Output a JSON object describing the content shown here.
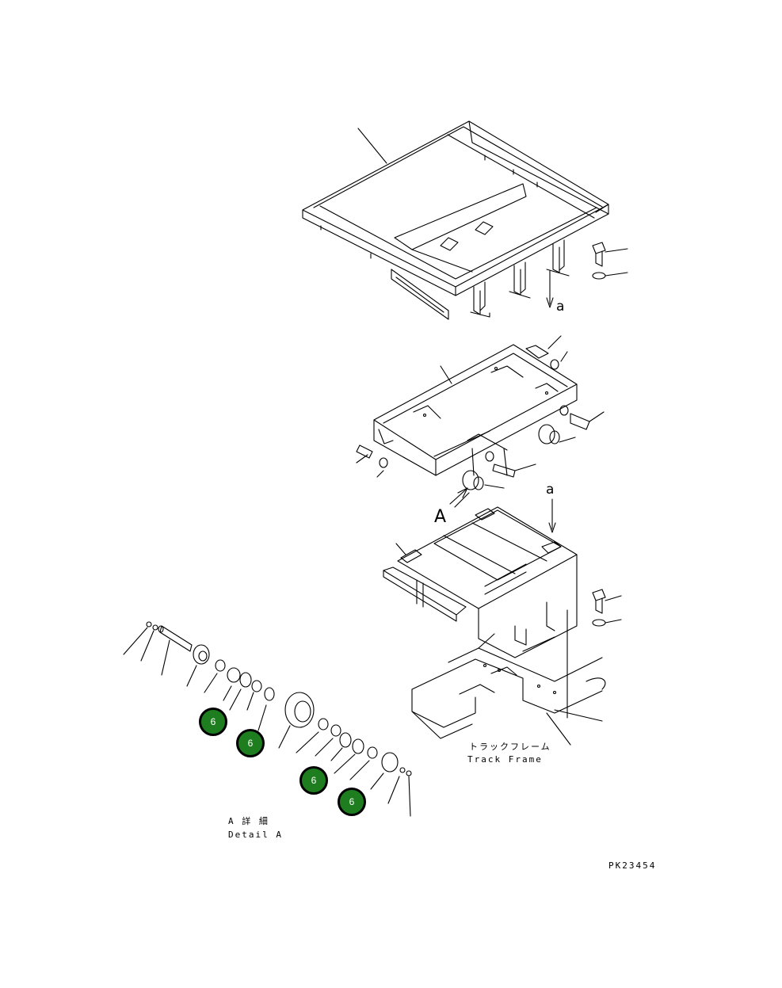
{
  "labels": {
    "view_arrow_a_top": "a",
    "view_arrow_a_mid": "a",
    "view_a": "A",
    "track_frame_jp": "トラックフレーム",
    "track_frame_en": "Track Frame",
    "detail_a_jp": "A 詳 細",
    "detail_a_en": "Detail A",
    "drawing_code": "PK23454"
  },
  "callouts": [
    {
      "number": "6"
    },
    {
      "number": "6"
    },
    {
      "number": "6"
    },
    {
      "number": "6"
    }
  ],
  "colors": {
    "callout_fill": "#1e7d1e",
    "callout_border": "#000000",
    "line": "#000000"
  }
}
